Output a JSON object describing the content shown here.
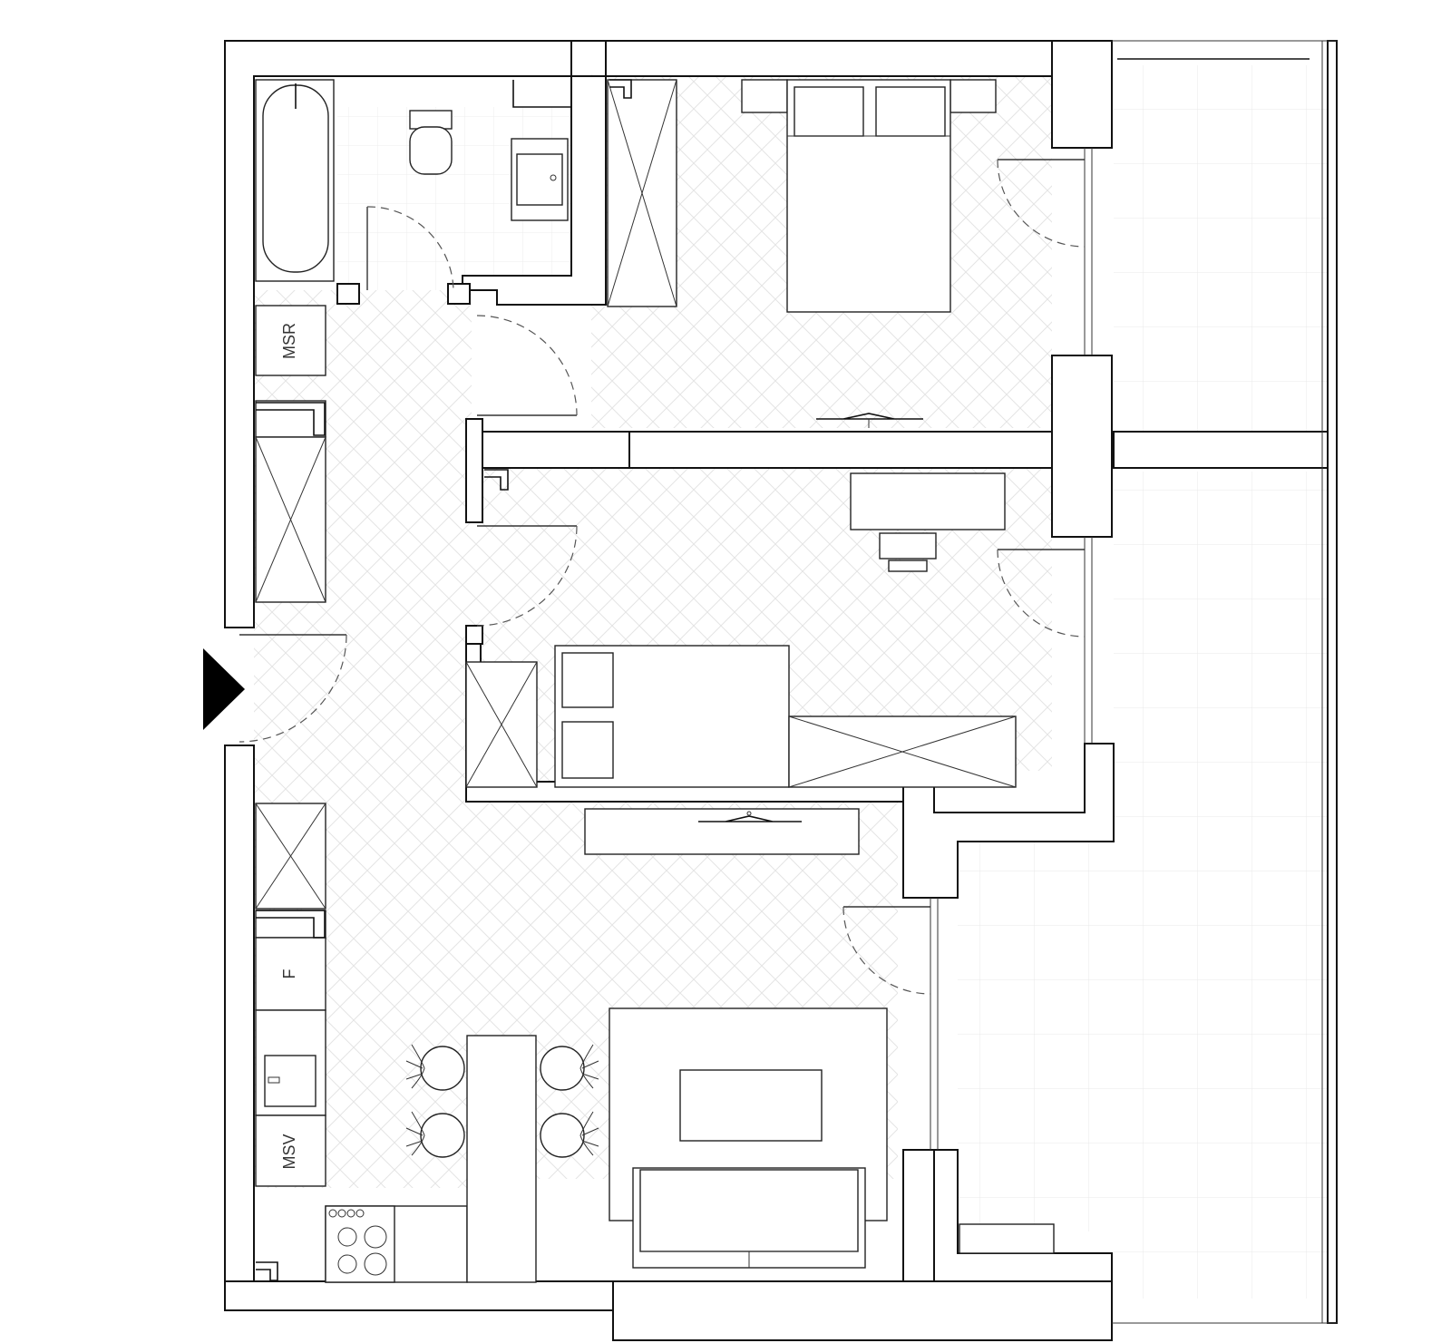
{
  "plan": {
    "labels": {
      "msr": "MSR",
      "fridge": "F",
      "msv": "MSV"
    },
    "colors": {
      "wall_stroke": "#111111",
      "floor_pattern": "#e4e4e4",
      "tile_pattern": "#e9e9e9",
      "background": "#ffffff",
      "entrance_marker": "#000000"
    },
    "icons": {
      "entrance": "entrance-triangle-icon",
      "wardrobe": "wardrobe-cross-icon",
      "tv": "tv-icon"
    }
  }
}
